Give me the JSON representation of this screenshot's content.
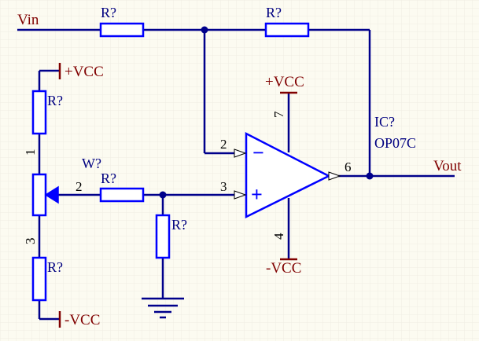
{
  "schematic": {
    "nets": {
      "vin": "Vin",
      "vout": "Vout",
      "vcc_pos": "+VCC",
      "vcc_neg": "-VCC"
    },
    "resistors": {
      "r_input": "R?",
      "r_feedback": "R?",
      "r_divider_top": "R?",
      "r_divider_bottom": "R?",
      "r_series": "R?",
      "r_ground": "R?"
    },
    "potentiometer": {
      "designator": "W?",
      "pin1": "1",
      "pin2": "2",
      "pin3": "3"
    },
    "opamp": {
      "designator": "IC?",
      "part": "OP07C",
      "pin_inverting": "2",
      "pin_noninverting": "3",
      "pin_output": "6",
      "pin_vpos": "7",
      "pin_vneg": "4",
      "sign_minus": "−",
      "sign_plus": "+"
    },
    "supplies": {
      "op_vpos": "+VCC",
      "op_vneg": "-VCC"
    },
    "colors": {
      "wire": "#00008b",
      "component": "#0000ff",
      "net_label": "#800000",
      "pin_text": "#000000",
      "fill": "#ffffff",
      "background": "#fcfbf1",
      "grid": "#efeee4"
    }
  }
}
